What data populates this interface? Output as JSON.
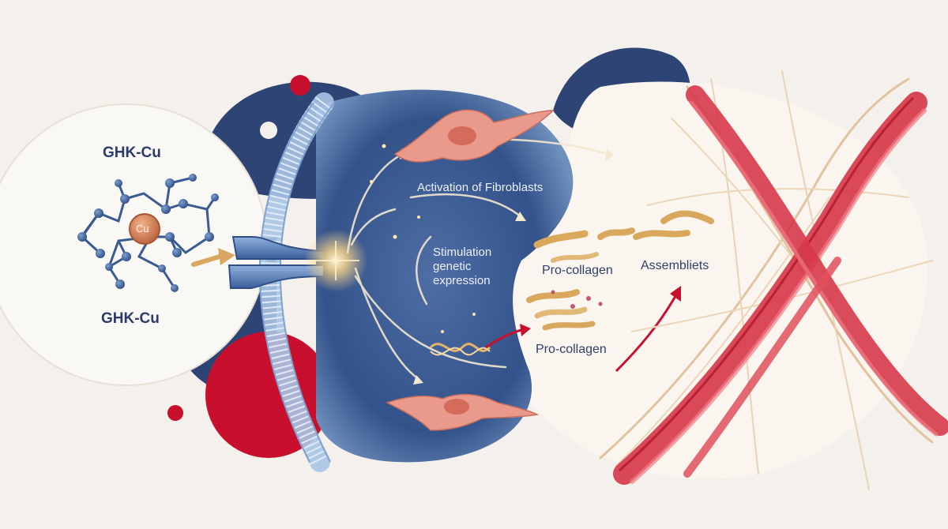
{
  "molecule": {
    "title_top": "GHK-Cu",
    "title_bottom": "GHK-Cu",
    "metal_label": "Cu"
  },
  "cell": {
    "activation_label": "Activation of Fibroblasts",
    "stimulation_line1": "Stimulation",
    "stimulation_line2": "genetic",
    "stimulation_line3": "expression"
  },
  "matrix": {
    "procollagen_upper": "Pro-collagen",
    "assemblies": "Assembliets",
    "procollagen_lower": "Pro-collagen"
  },
  "colors": {
    "navy": "#2d4475",
    "red": "#c8102e",
    "fibroblast": "#e99a8a",
    "collagen": "#d9a85c",
    "fiber_red": "#d63a4a",
    "cream": "#f4f1ec"
  }
}
